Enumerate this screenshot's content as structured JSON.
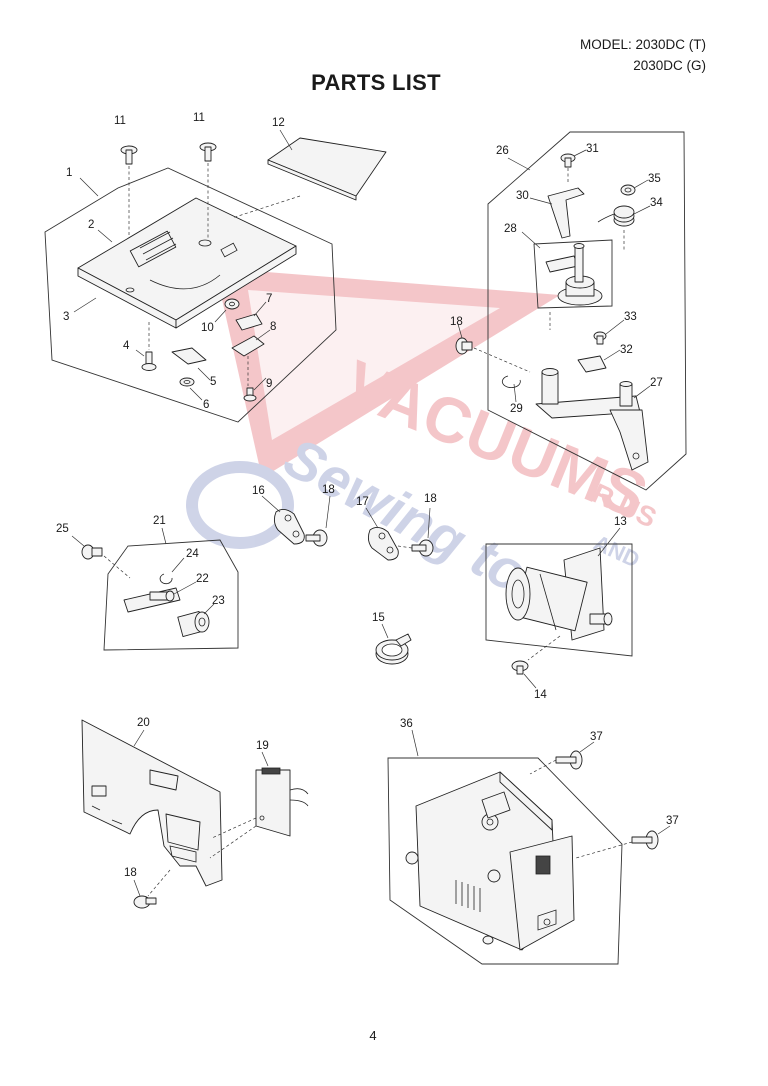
{
  "header": {
    "model_line1": "MODEL: 2030DC (T)",
    "model_line2": "2030DC (G)",
    "title": "PARTS LIST"
  },
  "footer": {
    "page_number": "4"
  },
  "watermark": {
    "line1": "VACUUMS",
    "line2": "Sewing too",
    "line3": "R US",
    "line4": "AND",
    "red": "#e0505a",
    "blue": "#6a78b8"
  },
  "part_labels": {
    "p1": "1",
    "p2": "2",
    "p3": "3",
    "p4": "4",
    "p5": "5",
    "p6": "6",
    "p7": "7",
    "p8": "8",
    "p9": "9",
    "p10": "10",
    "p11a": "11",
    "p11b": "11",
    "p12": "12",
    "p13": "13",
    "p14": "14",
    "p15": "15",
    "p16": "16",
    "p17": "17",
    "p18a": "18",
    "p18b": "18",
    "p18c": "18",
    "p18d": "18",
    "p19": "19",
    "p20": "20",
    "p21": "21",
    "p22": "22",
    "p23": "23",
    "p24": "24",
    "p25": "25",
    "p26": "26",
    "p27": "27",
    "p28": "28",
    "p29": "29",
    "p30": "30",
    "p31": "31",
    "p32": "32",
    "p33": "33",
    "p34": "34",
    "p35": "35",
    "p36": "36",
    "p37a": "37",
    "p37b": "37"
  }
}
